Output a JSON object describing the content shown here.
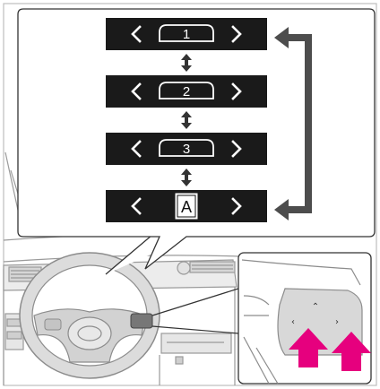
{
  "panel": {
    "rows": [
      {
        "id": "1",
        "kind": "number"
      },
      {
        "id": "2",
        "kind": "number"
      },
      {
        "id": "3",
        "kind": "number"
      },
      {
        "id": "A",
        "kind": "letter"
      }
    ]
  },
  "colors": {
    "bar": "#1a1a1a",
    "callout_border": "#333333",
    "cycle_arrow": "#4d4d4d",
    "press_arrow": "#e6007e",
    "sketch_line": "#9a9a9a",
    "sketch_fill": "#dcdcdc"
  },
  "icons": {
    "left": "chevron-left-icon",
    "right": "chevron-right-icon",
    "between": "double-arrow-vertical-icon",
    "cycle": "return-arrow-icon",
    "press": "press-arrow-icon"
  }
}
